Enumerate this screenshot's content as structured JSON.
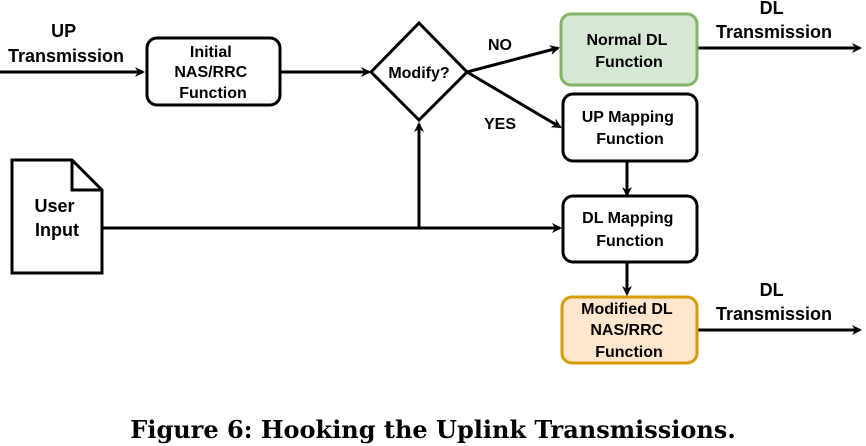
{
  "labels": {
    "up_transmission": [
      "UP",
      "Transmission"
    ],
    "initial_nas_rrc": [
      "Initial",
      "NAS/RRC",
      "Function"
    ],
    "modify_decision": "Modify?",
    "branch_no": "NO",
    "branch_yes": "YES",
    "normal_dl": [
      "Normal DL",
      "Function"
    ],
    "dl_transmission_top": [
      "DL",
      "Transmission"
    ],
    "up_mapping": [
      "UP Mapping",
      "Function"
    ],
    "user_input": [
      "User",
      "Input"
    ],
    "dl_mapping": [
      "DL Mapping",
      "Function"
    ],
    "modified_dl": [
      "Modified DL",
      "NAS/RRC",
      "Function"
    ],
    "dl_transmission_bottom": [
      "DL",
      "Transmission"
    ]
  },
  "caption": "Figure 6: Hooking the Uplink Transmissions.",
  "colors": {
    "normal_dl_fill": "#d5e8d4",
    "normal_dl_stroke": "#82b366",
    "modified_dl_fill": "#ffe6cc",
    "modified_dl_stroke": "#d79b00"
  }
}
